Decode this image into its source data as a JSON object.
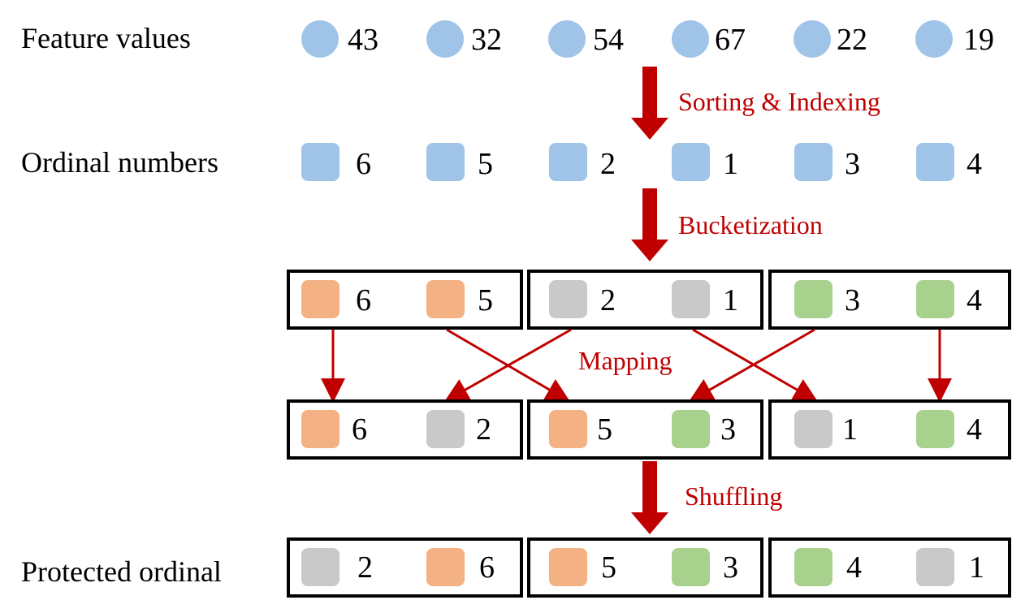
{
  "colors": {
    "blue": "#9fc4e8",
    "orange": "#f4b183",
    "gray": "#c9c9c9",
    "green": "#a9d18e",
    "arrow": "#c00000"
  },
  "rows": {
    "feature_values": {
      "label": "Feature values",
      "items": [
        {
          "value": "43",
          "color": "blue"
        },
        {
          "value": "32",
          "color": "blue"
        },
        {
          "value": "54",
          "color": "blue"
        },
        {
          "value": "67",
          "color": "blue"
        },
        {
          "value": "22",
          "color": "blue"
        },
        {
          "value": "19",
          "color": "blue"
        }
      ]
    },
    "ordinal_numbers": {
      "label": "Ordinal numbers",
      "items": [
        {
          "value": "6",
          "color": "blue"
        },
        {
          "value": "5",
          "color": "blue"
        },
        {
          "value": "2",
          "color": "blue"
        },
        {
          "value": "1",
          "color": "blue"
        },
        {
          "value": "3",
          "color": "blue"
        },
        {
          "value": "4",
          "color": "blue"
        }
      ]
    },
    "buckets": {
      "label": "",
      "items": [
        {
          "value": "6",
          "color": "orange"
        },
        {
          "value": "5",
          "color": "orange"
        },
        {
          "value": "2",
          "color": "gray"
        },
        {
          "value": "1",
          "color": "gray"
        },
        {
          "value": "3",
          "color": "green"
        },
        {
          "value": "4",
          "color": "green"
        }
      ]
    },
    "mapped": {
      "label": "",
      "items": [
        {
          "value": "6",
          "color": "orange"
        },
        {
          "value": "2",
          "color": "gray"
        },
        {
          "value": "5",
          "color": "orange"
        },
        {
          "value": "3",
          "color": "green"
        },
        {
          "value": "1",
          "color": "gray"
        },
        {
          "value": "4",
          "color": "green"
        }
      ]
    },
    "protected": {
      "label": "Protected ordinal",
      "items": [
        {
          "value": "2",
          "color": "gray"
        },
        {
          "value": "6",
          "color": "orange"
        },
        {
          "value": "5",
          "color": "orange"
        },
        {
          "value": "3",
          "color": "green"
        },
        {
          "value": "4",
          "color": "green"
        },
        {
          "value": "1",
          "color": "gray"
        }
      ]
    }
  },
  "steps": {
    "sorting": "Sorting & Indexing",
    "bucketization": "Bucketization",
    "mapping": "Mapping",
    "shuffling": "Shuffling"
  }
}
